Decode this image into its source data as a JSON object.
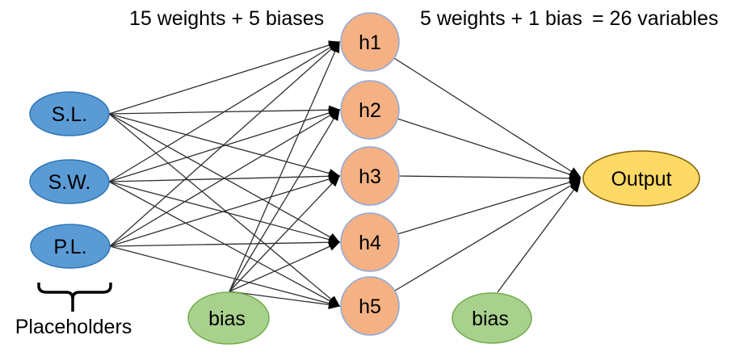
{
  "annotations": {
    "hidden_params": "15 weights + 5 biases",
    "output_params": "5 weights + 1 bias",
    "total": "= 26 variables",
    "input_group": "Placeholders"
  },
  "nodes": {
    "inputs": [
      {
        "label": "S.L."
      },
      {
        "label": "S.W."
      },
      {
        "label": "P.L."
      }
    ],
    "hidden": [
      {
        "label": "h1"
      },
      {
        "label": "h2"
      },
      {
        "label": "h3"
      },
      {
        "label": "h4"
      },
      {
        "label": "h5"
      }
    ],
    "hidden_bias": {
      "label": "bias"
    },
    "output_bias": {
      "label": "bias"
    },
    "output": {
      "label": "Output"
    }
  },
  "colors": {
    "input_fill": "#5B9BD5",
    "input_stroke": "#2E75B6",
    "hidden_fill": "#F4B183",
    "hidden_stroke": "#8EA9DB",
    "bias_fill": "#A9D18E",
    "bias_stroke": "#70AD47",
    "output_fill": "#FFD966",
    "output_stroke": "#7F6000",
    "edge": "#2F2F2F",
    "text": "#000000",
    "background": "#FFFFFF"
  }
}
